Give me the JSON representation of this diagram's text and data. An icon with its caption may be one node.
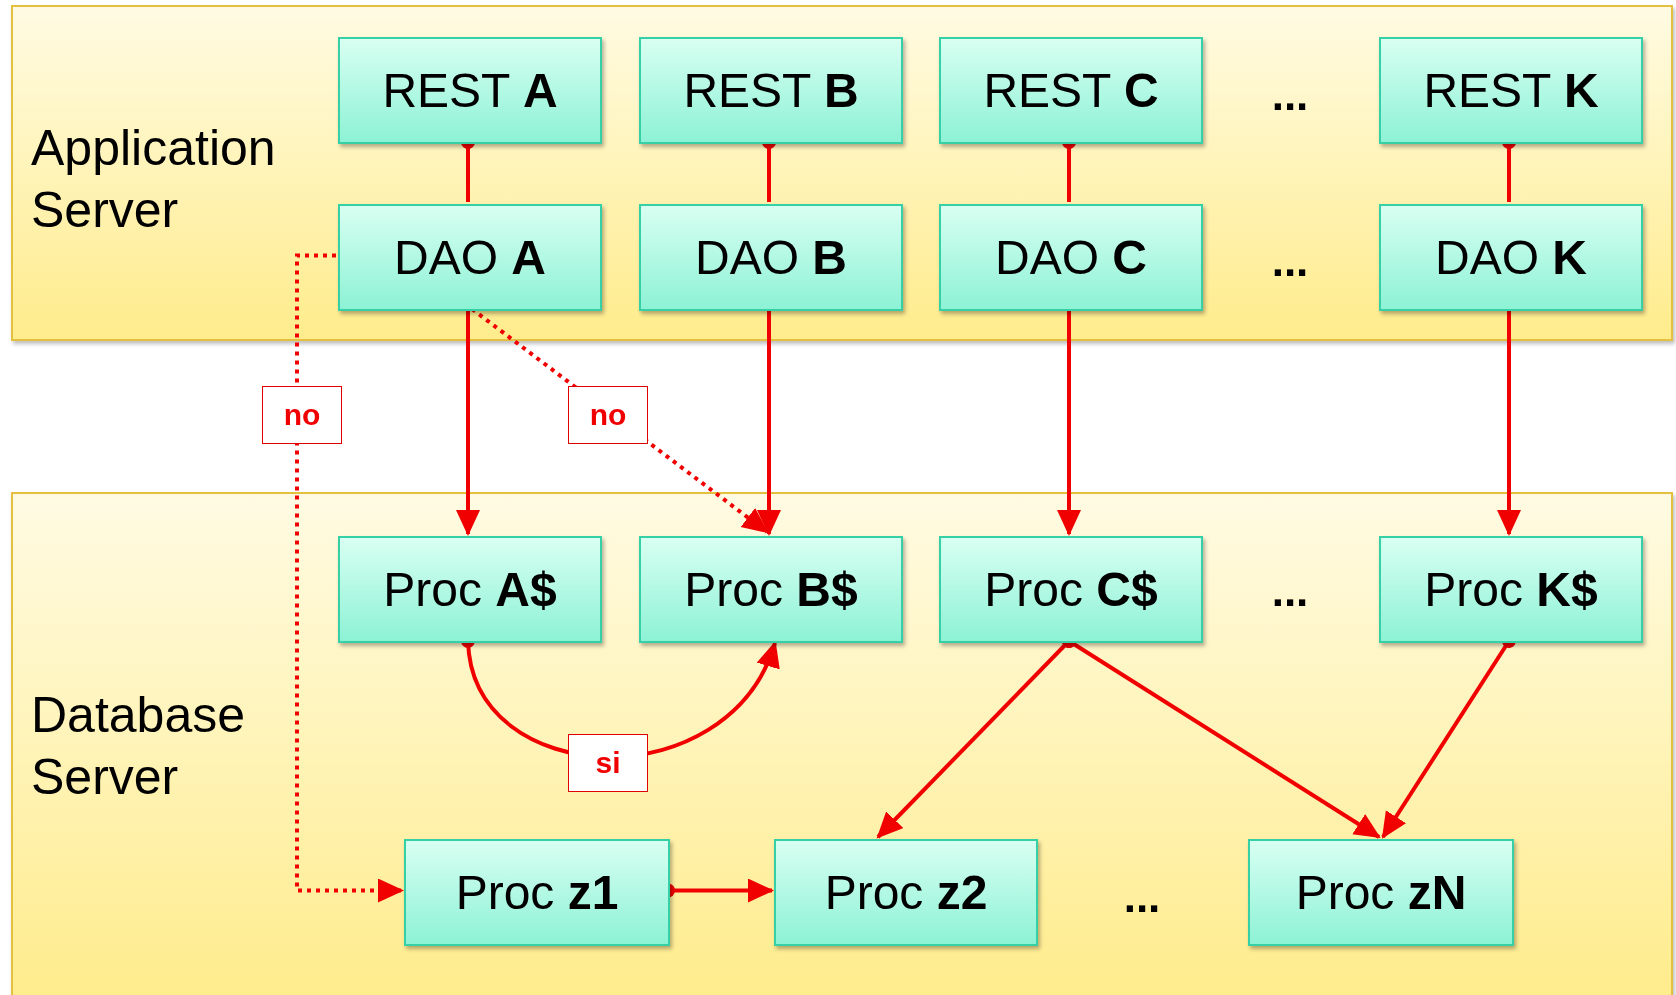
{
  "diagram": {
    "nodes": [
      {
        "text": [
          "Application Server"
        ]
      },
      {
        "text": [
          "Database Server"
        ]
      },
      {
        "text": [
          "REST **A**"
        ],
        "in": 0
      },
      {
        "text": [
          "REST **B**"
        ],
        "in": 0
      },
      {
        "text": [
          "REST **C**"
        ],
        "in": 0
      },
      {
        "text": [
          "REST **K**"
        ],
        "in": 0
      },
      {
        "text": [
          "DAO **A**"
        ],
        "in": 0
      },
      {
        "text": [
          "DAO **B**"
        ],
        "in": 0
      },
      {
        "text": [
          "DAO **C**"
        ],
        "in": 0
      },
      {
        "text": [
          "DAO **K**"
        ],
        "in": 0
      },
      {
        "text": [
          "Proc **A$**"
        ],
        "in": 1
      },
      {
        "text": [
          "Proc **B$**"
        ],
        "in": 1
      },
      {
        "text": [
          "Proc **C$**"
        ],
        "in": 1
      },
      {
        "text": [
          "Proc **K$**"
        ],
        "in": 1
      },
      {
        "text": [
          "Proc **z1**"
        ],
        "in": 1
      },
      {
        "text": [
          "Proc **z2**"
        ],
        "in": 1
      },
      {
        "text": [
          "Proc **zN**"
        ],
        "in": 1
      }
    ],
    "edges": [
      {
        "from": 2,
        "to": 6,
        "arrow": "other"
      },
      {
        "from": 3,
        "to": 7,
        "arrow": "other"
      },
      {
        "from": 4,
        "to": 8,
        "arrow": "other"
      },
      {
        "from": 5,
        "to": 9,
        "arrow": "other"
      },
      {
        "from": 6,
        "to": 10,
        "arrow": "to"
      },
      {
        "from": 7,
        "to": 11,
        "arrow": "to"
      },
      {
        "from": 8,
        "to": 12,
        "arrow": "to"
      },
      {
        "from": 9,
        "to": 13,
        "arrow": "to"
      },
      {
        "from": 6,
        "to": 11,
        "arrow": "to",
        "label": "no",
        "style": "dashed"
      },
      {
        "from": 6,
        "to": 14,
        "arrow": "to",
        "label": "no",
        "style": "dashed"
      },
      {
        "from": 10,
        "to": 11,
        "arrow": "to",
        "label": "si"
      },
      {
        "from": 12,
        "to": 15,
        "arrow": "to"
      },
      {
        "from": 12,
        "to": 16,
        "arrow": "to"
      },
      {
        "from": 13,
        "to": 16,
        "arrow": "to"
      },
      {
        "from": 14,
        "to": 15,
        "arrow": "to"
      }
    ],
    "labels": [
      "...",
      "...",
      "...",
      "..."
    ]
  }
}
